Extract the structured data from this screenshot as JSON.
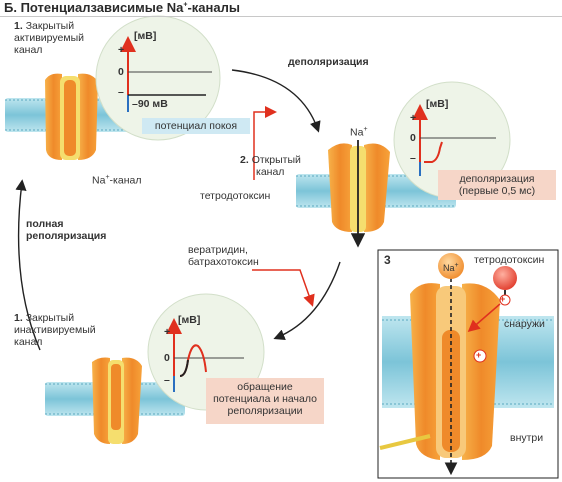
{
  "title": {
    "prefix": "Б. Потенциалзависимые Na",
    "sup": "+",
    "suffix": "-каналы"
  },
  "states": {
    "closed_activatable": {
      "num": "1.",
      "line1": "Закрытый",
      "line2": "активируемый",
      "line3": "канал"
    },
    "open": {
      "num": "2.",
      "line1": "Открытый",
      "line2": "канал"
    },
    "closed_inactivated": {
      "num": "1.",
      "line1": "Закрытый",
      "line2": "инактивируемый",
      "line3": "канал"
    },
    "panel3": {
      "num": "3"
    }
  },
  "graph_axis": {
    "unit": "[мВ]",
    "plus": "+",
    "zero": "0",
    "minus": "–"
  },
  "rest_value": "–90 мВ",
  "captions": {
    "rest": "потенциал покоя",
    "depol_line1": "деполяризация",
    "depol_line2": "(первые 0,5 мс)",
    "reversal_line1": "обращение",
    "reversal_line2": "потенциала и начало",
    "reversal_line3": "реполяризации"
  },
  "transitions": {
    "depolarization": "деполяризация",
    "full_repol_line1": "полная",
    "full_repol_line2": "реполяризация"
  },
  "na_channel": {
    "prefix": "Na",
    "sup": "+",
    "suffix": "-канал"
  },
  "ion": {
    "prefix": "Na",
    "sup": "+"
  },
  "toxins": {
    "ttx": "тетродотоксин",
    "verat_line1": "вератридин,",
    "verat_line2": "батрахотоксин"
  },
  "panel3": {
    "ttx": "тетродотоксин",
    "outside": "снаружи",
    "inside": "внутри",
    "plus": "+"
  },
  "colors": {
    "orange": "#ef8a2a",
    "orange_light": "#f8c97a",
    "yellow": "#f5de6e",
    "membrane_blue": "#8ccfe0",
    "red_arrow": "#e0301e",
    "rest_box": "#cfe9f3",
    "depol_box": "#f6d6c8"
  }
}
